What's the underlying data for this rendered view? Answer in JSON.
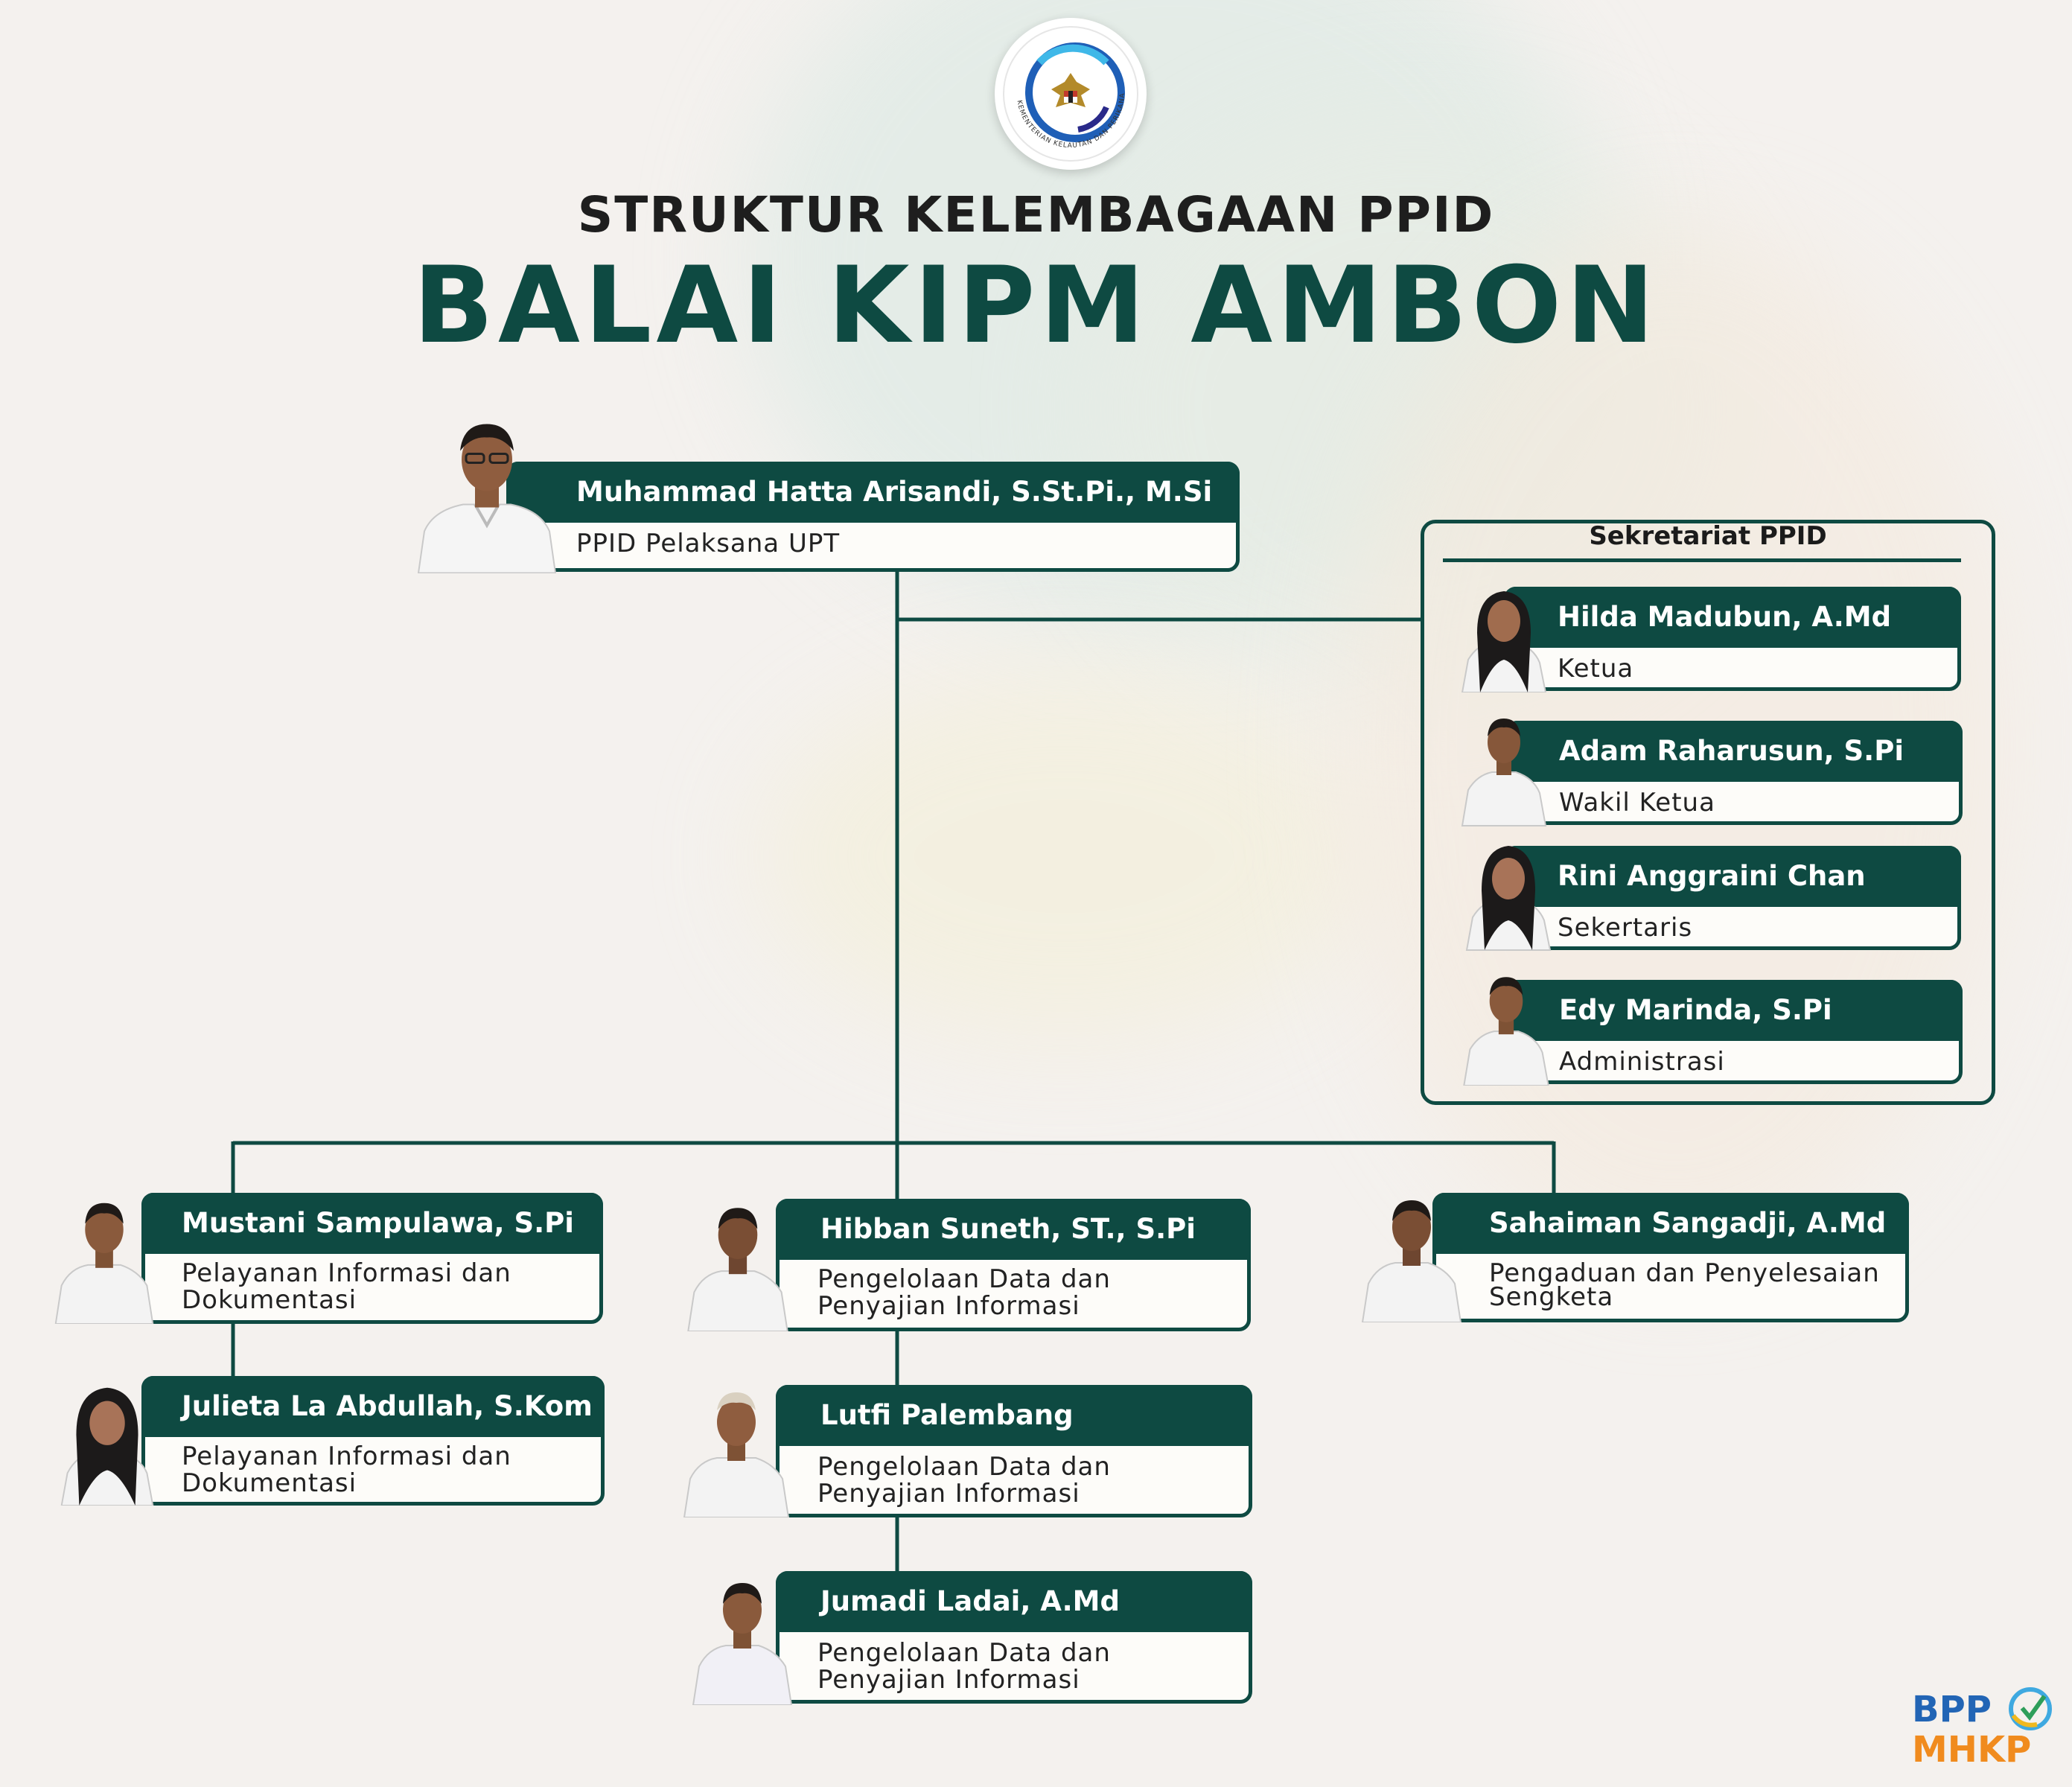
{
  "header": {
    "logo_text": "KEMENTERIAN KELAUTAN DAN PERIKANAN",
    "title_line1": "STRUKTUR KELEMBAGAAN PPID",
    "title_line2": "BALAI KIPM AMBON"
  },
  "head": {
    "name": "Muhammad Hatta Arisandi, S.St.Pi., M.Si",
    "role": "PPID Pelaksana UPT"
  },
  "sekretariat": {
    "title": "Sekretariat PPID",
    "members": [
      {
        "name": "Hilda Madubun, A.Md",
        "role": "Ketua"
      },
      {
        "name": "Adam Raharusun, S.Pi",
        "role": "Wakil Ketua"
      },
      {
        "name": "Rini Anggraini Chan",
        "role": "Sekertaris"
      },
      {
        "name": "Edy Marinda, S.Pi",
        "role": "Administrasi"
      }
    ]
  },
  "teams": [
    {
      "members": [
        {
          "name": "Mustani Sampulawa, S.Pi",
          "role_line1": "Pelayanan Informasi dan",
          "role_line2": "Dokumentasi"
        },
        {
          "name": "Julieta La Abdullah, S.Kom",
          "role_line1": "Pelayanan Informasi dan",
          "role_line2": "Dokumentasi"
        }
      ]
    },
    {
      "members": [
        {
          "name": "Hibban Suneth, ST., S.Pi",
          "role_line1": "Pengelolaan Data dan",
          "role_line2": "Penyajian Informasi"
        },
        {
          "name": "Lutfi Palembang",
          "role_line1": "Pengelolaan Data dan",
          "role_line2": "Penyajian Informasi"
        },
        {
          "name": "Jumadi Ladai, A.Md",
          "role_line1": "Pengelolaan Data dan",
          "role_line2": "Penyajian Informasi"
        }
      ]
    },
    {
      "members": [
        {
          "name": "Sahaiman Sangadji, A.Md",
          "role_line1": "Pengaduan dan Penyelesaian",
          "role_line2": "Sengketa"
        }
      ]
    }
  ],
  "brand": {
    "line1": "BPP",
    "line2": "MHKP"
  },
  "colors": {
    "primary": "#0e4a42",
    "background": "#f4f1ee",
    "brand_blue": "#2265b5",
    "brand_orange": "#f08b1e"
  }
}
